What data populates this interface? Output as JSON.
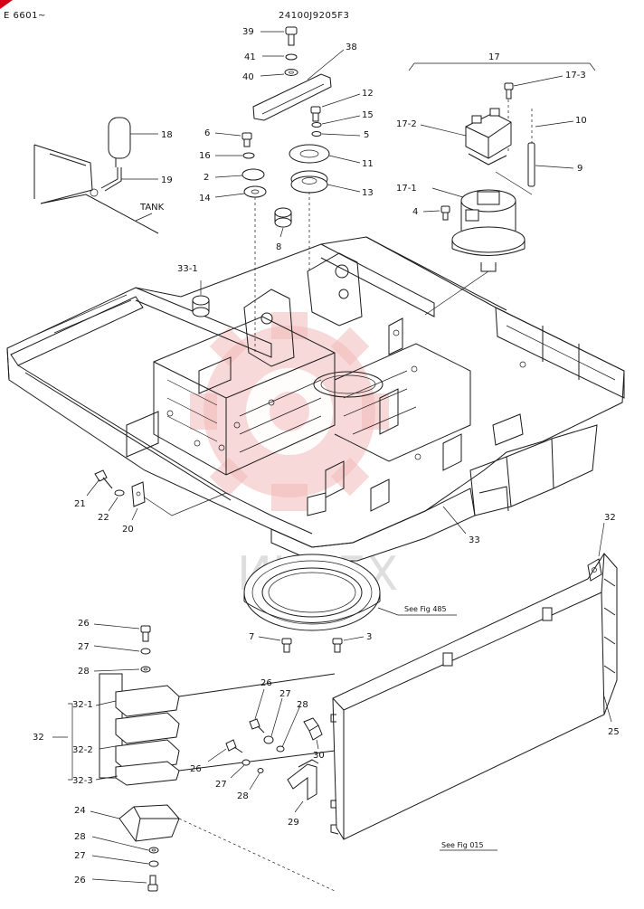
{
  "header": {
    "serial_range": "E 6601~",
    "drawing_number": "24100J9205F3"
  },
  "watermark": {
    "text": "ИНТЕХ"
  },
  "references": {
    "fig_485": "See Fig 485",
    "fig_015": "See Fig 015"
  },
  "callouts": {
    "tank": "TANK",
    "p2": "2",
    "p3": "3",
    "p4": "4",
    "p5": "5",
    "p6": "6",
    "p7": "7",
    "p8": "8",
    "p9": "9",
    "p10": "10",
    "p11": "11",
    "p12": "12",
    "p13": "13",
    "p14": "14",
    "p15": "15",
    "p16": "16",
    "p17": "17",
    "p17_1": "17-1",
    "p17_2": "17-2",
    "p17_3": "17-3",
    "p18": "18",
    "p19": "19",
    "p20": "20",
    "p21": "21",
    "p22": "22",
    "p24": "24",
    "p25": "25",
    "p26a": "26",
    "p26b": "26",
    "p26c": "26",
    "p26d": "26",
    "p27a": "27",
    "p27b": "27",
    "p27c": "27",
    "p27d": "27",
    "p28a": "28",
    "p28b": "28",
    "p28c": "28",
    "p28d": "28",
    "p29": "29",
    "p30": "30",
    "p32a": "32",
    "p32b": "32",
    "p32_1": "32-1",
    "p32_2": "32-2",
    "p32_3": "32-3",
    "p33": "33",
    "p33_1": "33-1",
    "p38": "38",
    "p39": "39",
    "p40": "40",
    "p41": "41"
  }
}
